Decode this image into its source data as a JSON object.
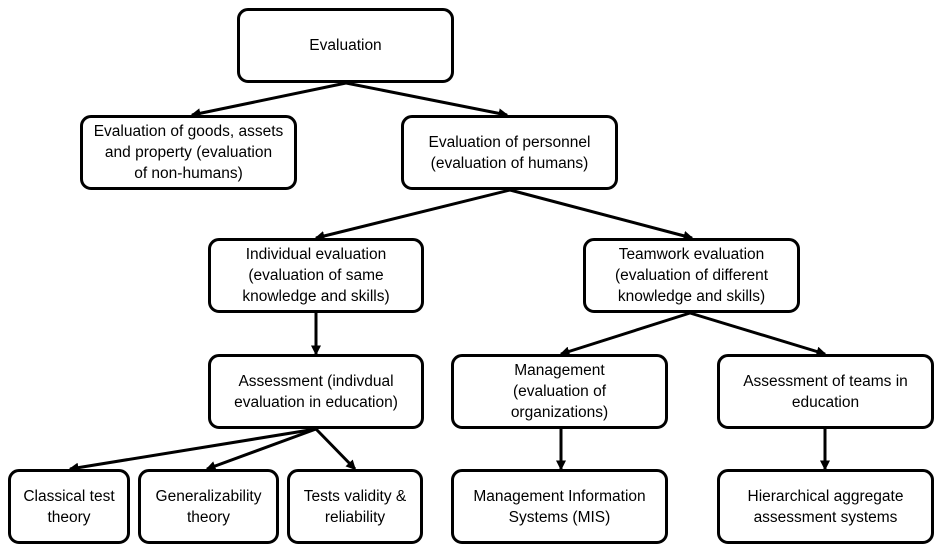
{
  "diagram": {
    "nodes": [
      {
        "id": "n-root",
        "label": "Evaluation"
      },
      {
        "id": "n-goods",
        "label": "Evaluation of goods, assets\nand property (evaluation\nof non-humans)"
      },
      {
        "id": "n-personnel",
        "label": "Evaluation of personnel\n(evaluation of humans)"
      },
      {
        "id": "n-individual",
        "label": "Individual evaluation\n(evaluation of same\nknowledge and skills)"
      },
      {
        "id": "n-teamwork",
        "label": "Teamwork evaluation\n(evaluation of different\nknowledge and skills)"
      },
      {
        "id": "n-assessment",
        "label": "Assessment (indivdual\nevaluation in education)"
      },
      {
        "id": "n-management",
        "label": "Management\n(evaluation of\norganizations)"
      },
      {
        "id": "n-teams-edu",
        "label": "Assessment of teams in\neducation"
      },
      {
        "id": "n-ctt",
        "label": "Classical test\ntheory"
      },
      {
        "id": "n-gt",
        "label": "Generalizability\ntheory"
      },
      {
        "id": "n-tvr",
        "label": "Tests validity  &\nreliability"
      },
      {
        "id": "n-mis",
        "label": "Management Information\nSystems (MIS)"
      },
      {
        "id": "n-haas",
        "label": "Hierarchical aggregate\nassessment systems"
      }
    ],
    "edges": [
      {
        "from": "n-root",
        "to": "n-goods"
      },
      {
        "from": "n-root",
        "to": "n-personnel"
      },
      {
        "from": "n-personnel",
        "to": "n-individual"
      },
      {
        "from": "n-personnel",
        "to": "n-teamwork"
      },
      {
        "from": "n-individual",
        "to": "n-assessment"
      },
      {
        "from": "n-teamwork",
        "to": "n-management"
      },
      {
        "from": "n-teamwork",
        "to": "n-teams-edu"
      },
      {
        "from": "n-assessment",
        "to": "n-ctt"
      },
      {
        "from": "n-assessment",
        "to": "n-gt"
      },
      {
        "from": "n-assessment",
        "to": "n-tvr"
      },
      {
        "from": "n-management",
        "to": "n-mis"
      },
      {
        "from": "n-teams-edu",
        "to": "n-haas"
      }
    ]
  },
  "colors": {
    "stroke": "#000000",
    "fill": "#ffffff"
  }
}
